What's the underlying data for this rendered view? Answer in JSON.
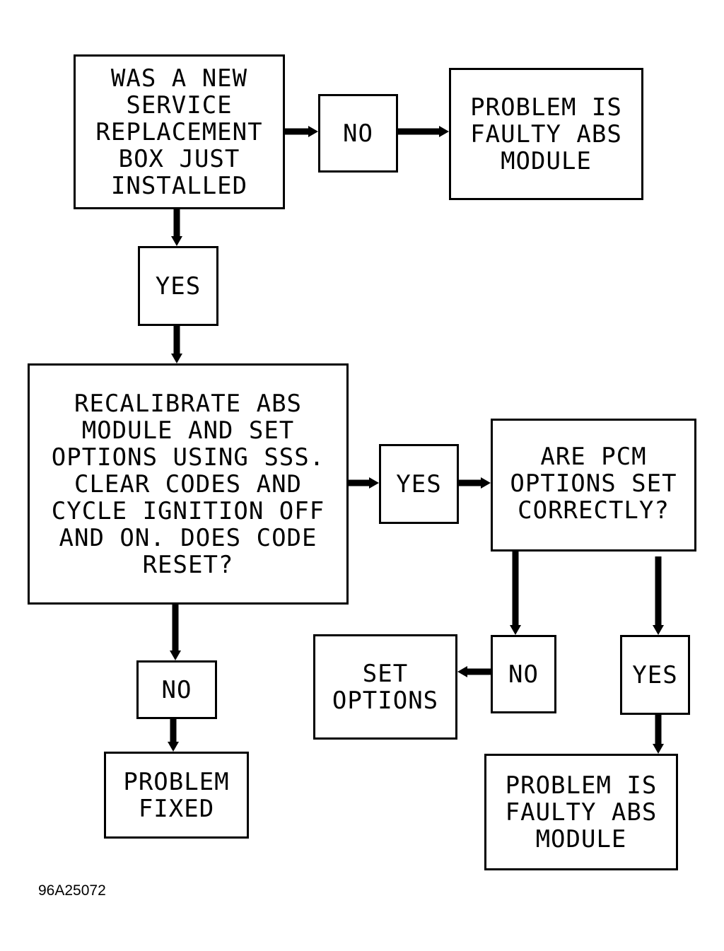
{
  "boxes": {
    "q_new_box": "WAS A NEW\nSERVICE\nREPLACEMENT\nBOX JUST\nINSTALLED",
    "no_1": "NO",
    "result_faulty_1": "PROBLEM IS\nFAULTY ABS\nMODULE",
    "yes_1": "YES",
    "recalibrate": "RECALIBRATE ABS\nMODULE AND SET\nOPTIONS USING SSS.\nCLEAR CODES AND\nCYCLE IGNITION OFF\nAND ON. DOES CODE\nRESET?",
    "yes_2": "YES",
    "q_pcm": "ARE PCM\nOPTIONS SET\nCORRECTLY?",
    "no_2": "NO",
    "set_options": "SET\nOPTIONS",
    "yes_3": "YES",
    "result_faulty_2": "PROBLEM IS\nFAULTY ABS\nMODULE",
    "no_3": "NO",
    "problem_fixed": "PROBLEM\nFIXED"
  },
  "figure_id": "96A25072"
}
